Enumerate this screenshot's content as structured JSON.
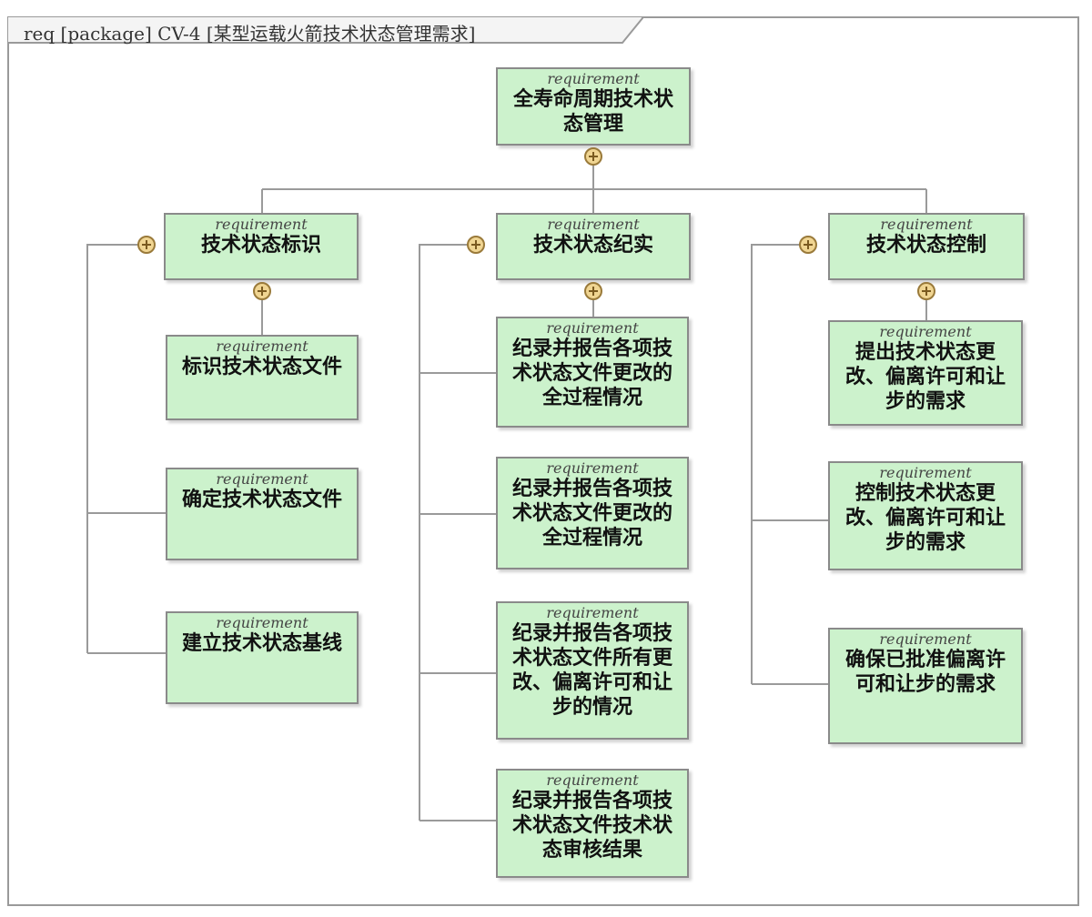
{
  "diagram": {
    "tab_label": "req [package] CV-4 [某型运载火箭技术状态管理需求]",
    "stereotype": "requirement",
    "root": {
      "id": "root",
      "name": "全寿命周期技术状态管理"
    },
    "groups": [
      {
        "id": "identify",
        "name": "技术状态标识",
        "children": [
          {
            "id": "i1",
            "name": "标识技术状态文件"
          },
          {
            "id": "i2",
            "name": "确定技术状态文件"
          },
          {
            "id": "i3",
            "name": "建立技术状态基线"
          }
        ]
      },
      {
        "id": "record",
        "name": "技术状态纪实",
        "children": [
          {
            "id": "r1",
            "name": "纪录并报告各项技术状态文件更改的全过程情况"
          },
          {
            "id": "r2",
            "name": "纪录并报告各项技术状态文件更改的全过程情况"
          },
          {
            "id": "r3",
            "name": "纪录并报告各项技术状态文件所有更改、偏离许可和让步的情况"
          },
          {
            "id": "r4",
            "name": "纪录并报告各项技术状态文件技术状态审核结果"
          }
        ]
      },
      {
        "id": "control",
        "name": "技术状态控制",
        "children": [
          {
            "id": "c1",
            "name": "提出技术状态更改、偏离许可和让步的需求"
          },
          {
            "id": "c2",
            "name": "控制技术状态更改、偏离许可和让步的需求"
          },
          {
            "id": "c3",
            "name": "确保已批准偏离许可和让步的需求"
          }
        ]
      }
    ]
  }
}
